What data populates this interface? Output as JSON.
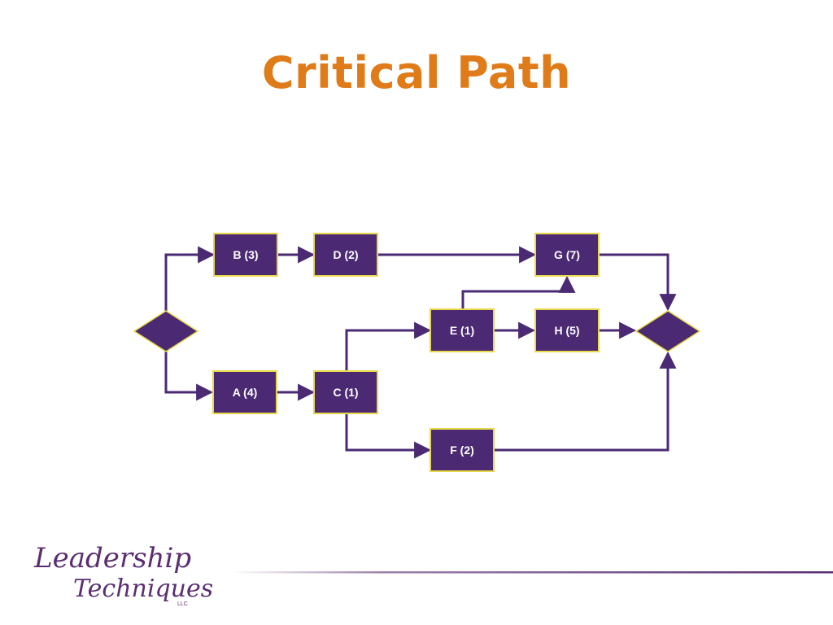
{
  "title": "Critical Path",
  "nodes": {
    "b": "B (3)",
    "d": "D (2)",
    "g": "G (7)",
    "e": "E (1)",
    "h": "H (5)",
    "a": "A (4)",
    "c": "C (1)",
    "f": "F (2)"
  },
  "logo": {
    "line1": "Leadership",
    "line2": "Techniques",
    "suffix": "LLC"
  },
  "colors": {
    "title": "#E07B1A",
    "node_fill": "#4B2A73",
    "node_border": "#E8D84A",
    "connector": "#4B2A73",
    "logo": "#5A2E70"
  }
}
